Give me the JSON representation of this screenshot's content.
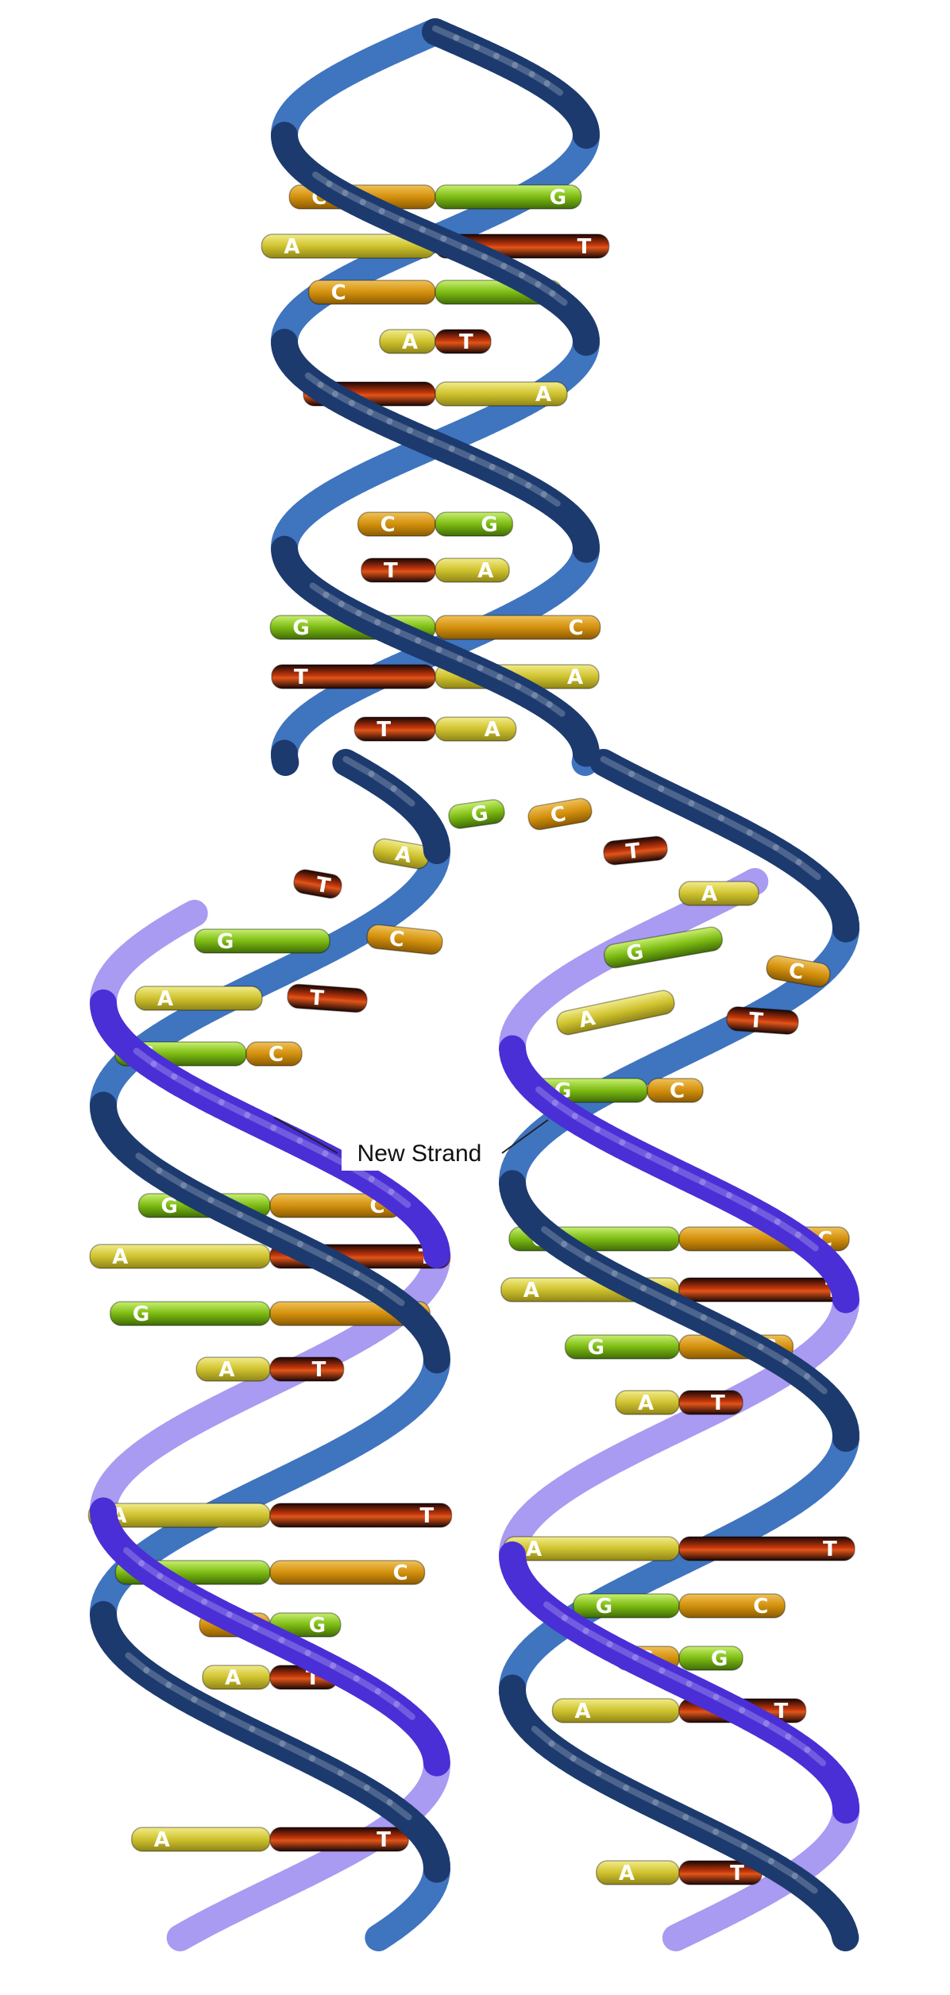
{
  "diagram": {
    "annotation": "New Strand",
    "colors": {
      "background": "#ffffff",
      "old_strand": "#1c3a6e",
      "old_strand_highlight": "#3f74bf",
      "new_strand": "#4a2fd6",
      "new_strand_light": "#a99af2",
      "base_A": "#d3c83a",
      "base_T": "#3a0e0a",
      "base_G": "#86c41c",
      "base_C": "#d99a12"
    },
    "parent_pairs": [
      {
        "left": "C",
        "right": "G"
      },
      {
        "left": "A",
        "right": "T"
      },
      {
        "left": "C",
        "right": "G"
      },
      {
        "left": "A",
        "right": "T"
      },
      {
        "left": "T",
        "right": "A"
      },
      {
        "left": "C",
        "right": "G"
      },
      {
        "left": "T",
        "right": "A"
      },
      {
        "left": "G",
        "right": "C"
      },
      {
        "left": "T",
        "right": "A"
      },
      {
        "left": "T",
        "right": "A"
      }
    ],
    "free_bases": [
      "G",
      "C",
      "A",
      "T",
      "T",
      "A",
      "G",
      "C",
      "G",
      "C",
      "A",
      "T",
      "A",
      "T",
      "G",
      "C",
      "G",
      "C"
    ],
    "left_daughter_pairs": [
      {
        "left": "G",
        "right": "C"
      },
      {
        "left": "A",
        "right": "T"
      },
      {
        "left": "G",
        "right": "C"
      },
      {
        "left": "A",
        "right": "T"
      },
      {
        "left": "A",
        "right": "T"
      },
      {
        "left": "G",
        "right": "C"
      },
      {
        "left": "C",
        "right": "G"
      },
      {
        "left": "A",
        "right": "T"
      },
      {
        "left": "A",
        "right": "T"
      }
    ],
    "right_daughter_pairs": [
      {
        "left": "G",
        "right": "C"
      },
      {
        "left": "A",
        "right": "T"
      },
      {
        "left": "G",
        "right": "C"
      },
      {
        "left": "A",
        "right": "T"
      },
      {
        "left": "A",
        "right": "T"
      },
      {
        "left": "G",
        "right": "C"
      },
      {
        "left": "C",
        "right": "G"
      },
      {
        "left": "A",
        "right": "T"
      },
      {
        "left": "A",
        "right": "T"
      }
    ]
  }
}
